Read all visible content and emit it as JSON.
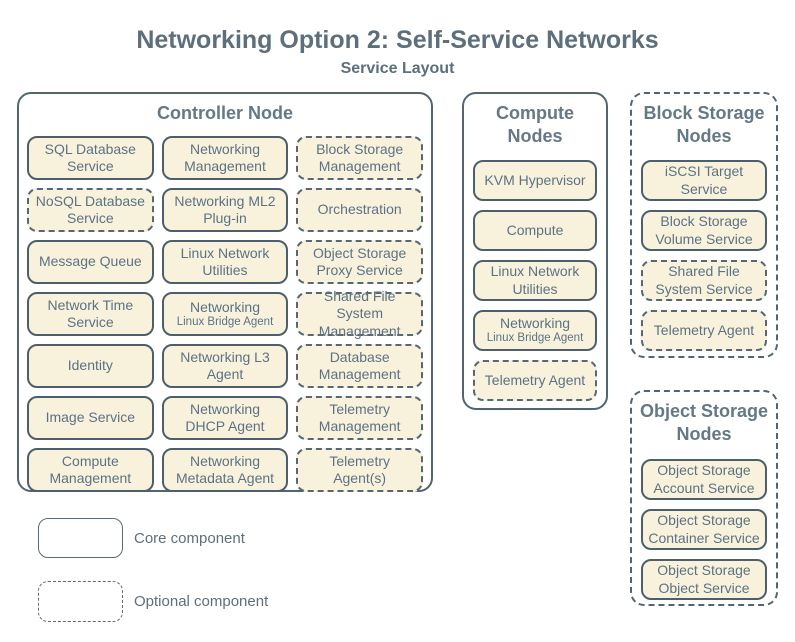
{
  "title": "Networking Option 2: Self-Service Networks",
  "subtitle": "Service Layout",
  "colors": {
    "background": "#ffffff",
    "box_fill": "#f8f2dd",
    "line": "#4d5f6c",
    "box_text": "#5c7284",
    "heading_text": "#647885",
    "title_text": "#5d6f7b"
  },
  "groups": {
    "controller": {
      "label": "Controller Node",
      "type": "core",
      "items": [
        {
          "label": "SQL Database Service",
          "type": "core"
        },
        {
          "label": "Networking Management",
          "type": "core"
        },
        {
          "label": "Block Storage Management",
          "type": "optional"
        },
        {
          "label": "NoSQL Database Service",
          "type": "optional"
        },
        {
          "label": "Networking ML2 Plug-in",
          "type": "core"
        },
        {
          "label": "Orchestration",
          "type": "optional"
        },
        {
          "label": "Message Queue",
          "type": "core"
        },
        {
          "label": "Linux Network Utilities",
          "type": "core"
        },
        {
          "label": "Object Storage Proxy Service",
          "type": "optional"
        },
        {
          "label": "Network Time Service",
          "type": "core"
        },
        {
          "label": "Networking",
          "sub": "Linux Bridge Agent",
          "type": "core"
        },
        {
          "label": "Shared File System Management",
          "type": "optional"
        },
        {
          "label": "Identity",
          "type": "core"
        },
        {
          "label": "Networking L3 Agent",
          "type": "core"
        },
        {
          "label": "Database Management",
          "type": "optional"
        },
        {
          "label": "Image Service",
          "type": "core"
        },
        {
          "label": "Networking DHCP Agent",
          "type": "core"
        },
        {
          "label": "Telemetry Management",
          "type": "optional"
        },
        {
          "label": "Compute Management",
          "type": "core"
        },
        {
          "label": "Networking Metadata Agent",
          "type": "core"
        },
        {
          "label": "Telemetry Agent(s)",
          "type": "optional"
        }
      ]
    },
    "compute": {
      "label": "Compute Nodes",
      "type": "core",
      "items": [
        {
          "label": "KVM Hypervisor",
          "type": "core"
        },
        {
          "label": "Compute",
          "type": "core"
        },
        {
          "label": "Linux Network Utilities",
          "type": "core"
        },
        {
          "label": "Networking",
          "sub": "Linux Bridge Agent",
          "type": "core"
        },
        {
          "label": "Telemetry Agent",
          "type": "optional"
        }
      ]
    },
    "block_storage": {
      "label": "Block Storage Nodes",
      "type": "optional",
      "items": [
        {
          "label": "iSCSI Target Service",
          "type": "core"
        },
        {
          "label": "Block Storage Volume Service",
          "type": "core"
        },
        {
          "label": "Shared File System Service",
          "type": "optional"
        },
        {
          "label": "Telemetry Agent",
          "type": "optional"
        }
      ]
    },
    "object_storage": {
      "label": "Object Storage Nodes",
      "type": "optional",
      "items": [
        {
          "label": "Object Storage Account Service",
          "type": "core"
        },
        {
          "label": "Object Storage Container Service",
          "type": "core"
        },
        {
          "label": "Object Storage Object Service",
          "type": "core"
        }
      ]
    }
  },
  "legend": [
    {
      "label": "Core component",
      "type": "core"
    },
    {
      "label": "Optional component",
      "type": "optional"
    }
  ]
}
